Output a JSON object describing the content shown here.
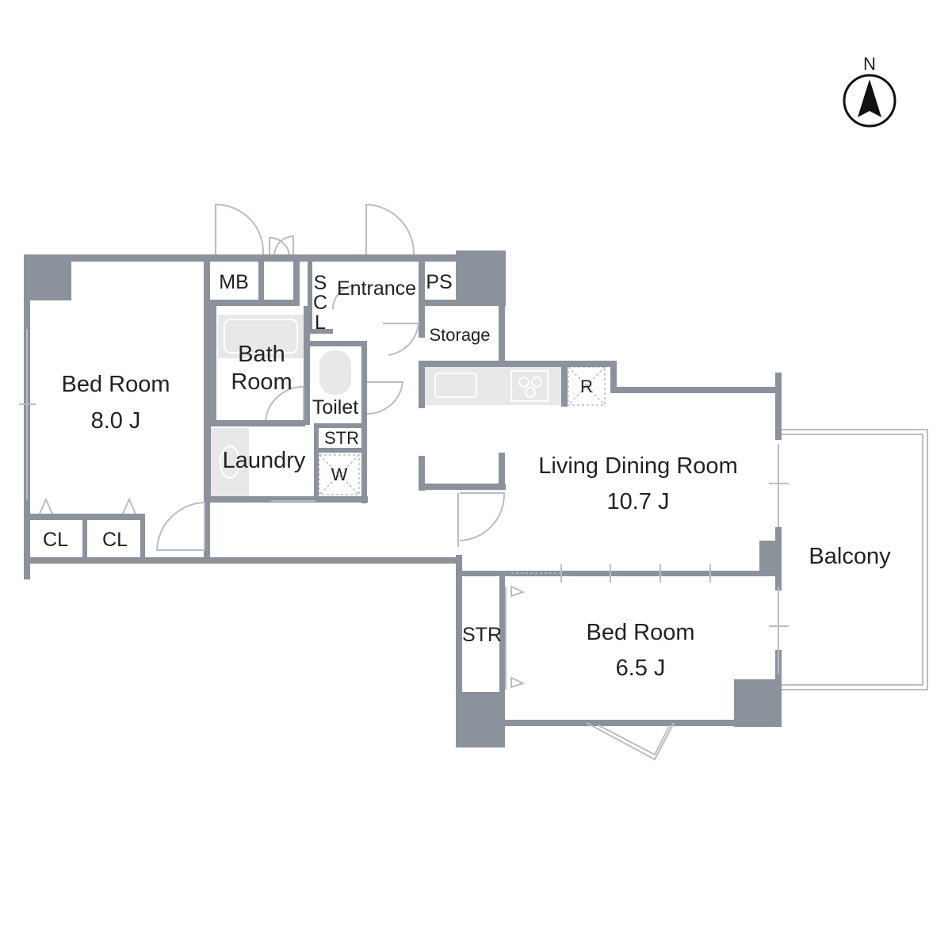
{
  "compass": {
    "north_label": "N"
  },
  "rooms": {
    "bedroom_west": {
      "name": "Bed Room",
      "size": "8.0 J"
    },
    "bath": {
      "line1": "Bath",
      "line2": "Room"
    },
    "laundry": {
      "name": "Laundry"
    },
    "toilet": {
      "name": "Toilet"
    },
    "entrance": {
      "name": "Entrance"
    },
    "storage": {
      "name": "Storage"
    },
    "living": {
      "name": "Living Dining Room",
      "size": "10.7 J"
    },
    "bedroom_south": {
      "name": "Bed Room",
      "size": "6.5 J"
    },
    "balcony": {
      "name": "Balcony"
    }
  },
  "closets": {
    "mb": "MB",
    "scl": [
      "S",
      "C",
      "L"
    ],
    "ps": "PS",
    "str_small": "STR",
    "washer": "W",
    "fridge": "R",
    "cl_left": "CL",
    "cl_right": "CL",
    "str_bedroom": "STR"
  },
  "colors": {
    "wall": "#8b929c",
    "fixture": "#e6e8ea",
    "line": "#b8bdc4"
  }
}
